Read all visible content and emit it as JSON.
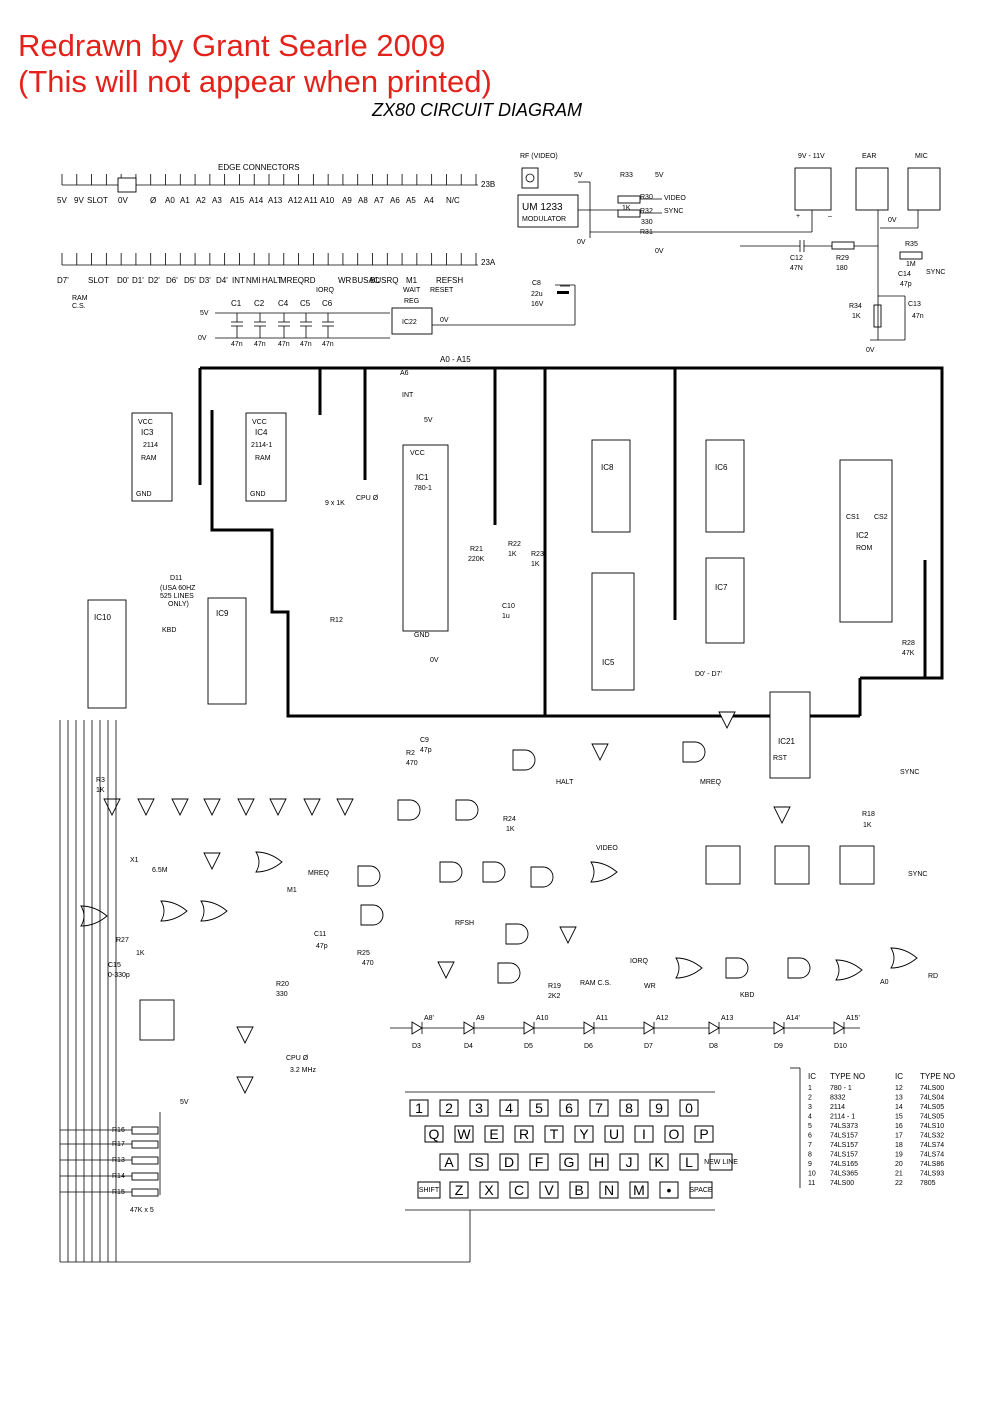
{
  "note_line1": "Redrawn by Grant Searle 2009",
  "note_line2": "(This will not appear when printed)",
  "title": "ZX80 CIRCUIT DIAGRAM",
  "colors": {
    "note": "#e3231b",
    "ink": "#000000"
  },
  "edge": {
    "title": "EDGE CONNECTORS",
    "top_id": "23B",
    "top_pins": [
      "5V",
      "9V",
      "SLOT",
      "0V",
      "Ø",
      "A0",
      "A1",
      "A2",
      "A3",
      "A15",
      "A14",
      "A13",
      "A12",
      "A11",
      "A10",
      "A9",
      "A8",
      "A7",
      "A6",
      "A5",
      "A4",
      "N/C"
    ],
    "bottom_id": "23A",
    "bottom_pins": [
      "D7'",
      "SLOT",
      "D0'",
      "D1'",
      "D2'",
      "D6'",
      "D5'",
      "D3'",
      "D4'",
      "INT",
      "NMI",
      "HALT",
      "MREQ",
      "RD",
      "WR",
      "BUSAC",
      "BUSRQ",
      "M1",
      "REFSH"
    ],
    "sub_labels": [
      "IORQ",
      "WAIT",
      "RESET"
    ],
    "ram_cs": [
      "RAM",
      "C.S."
    ]
  },
  "decoupling": {
    "caps": [
      "C1",
      "C2",
      "C4",
      "C5",
      "C6"
    ],
    "values": [
      "47n",
      "47n",
      "47n",
      "47n",
      "47n"
    ],
    "v5": "5V",
    "v0": "0V"
  },
  "reg": {
    "label": "REG",
    "ic": "IC22",
    "v0": "0V"
  },
  "c8": {
    "name": "C8",
    "v1": "22u",
    "v2": "16V"
  },
  "rf": {
    "label": "RF (VIDEO)",
    "mod": "UM 1233",
    "mod2": "MODULATOR",
    "v5": "5V",
    "v0": "0V"
  },
  "video_res": {
    "r33": "R33",
    "r30": "R30",
    "r30v": "1K",
    "r32": "R32",
    "r32v": "330",
    "r31": "R31",
    "video": "VIDEO",
    "sync": "SYNC",
    "v5": "5V",
    "v0": "0V"
  },
  "power": {
    "label": "9V - 11V",
    "plus": "+",
    "minus": "–"
  },
  "ear": "EAR",
  "mic": "MIC",
  "audio": {
    "c12": "C12",
    "c12v": "47N",
    "r29": "R29",
    "r29v": "180",
    "r35": "R35",
    "r35v": "1M",
    "c14": "C14",
    "c14v": "47p",
    "r34": "R34",
    "r34v": "1K",
    "c13": "C13",
    "c13v": "47n",
    "sync": "SYNC",
    "v0": "0V"
  },
  "bus_labels": {
    "addr": "A0 - A15",
    "a6": "A6",
    "int": "INT",
    "data": "D0' - D7'"
  },
  "ic1": {
    "name": "IC1",
    "type": "780-1",
    "vcc": "VCC",
    "gnd": "GND",
    "v5": "5V",
    "v0": "0V",
    "cpu": "CPU Ø"
  },
  "ic3": {
    "name": "IC3",
    "type": "2114",
    "ram": "RAM"
  },
  "ic4": {
    "name": "IC4",
    "type": "2114-1",
    "ram": "RAM"
  },
  "ic2": {
    "name": "IC2",
    "rom": "ROM",
    "cs1": "CS1",
    "cs2": "CS2"
  },
  "ics_mid": [
    "IC8",
    "IC6",
    "IC7",
    "IC5"
  ],
  "ic9": {
    "name": "IC9",
    "kbd": "KBD"
  },
  "ic10": {
    "name": "IC10"
  },
  "ic21": {
    "name": "IC21",
    "rst": "RST",
    "sync": "SYNC",
    "mreq": "MREQ"
  },
  "misc": {
    "r4": "9 x 1K",
    "d11": "D11",
    "usa1": "(USA 60HZ",
    "usa2": "525 LINES",
    "usa3": "ONLY)",
    "r22": "R22",
    "r22v": "1K",
    "r21": "R21",
    "r21v": "220K",
    "r23": "R23",
    "r23v": "1K",
    "c10": "C10",
    "c10v": "1u",
    "r12": "R12",
    "r28": "R28",
    "r28v": "47K",
    "x1": "X1",
    "x1v": "6.5M",
    "c15": "C15",
    "c15v": "0-330p",
    "r27": "R27",
    "r27v": "1K",
    "c9": "C9",
    "c9v": "47p",
    "r2": "R2",
    "r2v": "470",
    "r3": "R3",
    "r3v": "1K",
    "r24": "R24",
    "r24v": "1K",
    "c11": "C11",
    "c11v": "47p",
    "r25": "R25",
    "r25v": "470",
    "r20": "R20",
    "r20v": "330",
    "r18": "R18",
    "r18v": "1K",
    "r19": "R19",
    "r19v": "2K2",
    "ram_cs": "RAM C.S.",
    "cpu_clk": "CPU Ø",
    "cpu_clk2": "3.2 MHz",
    "rfsh": "RFSH",
    "iorq": "IORQ",
    "wr": "WR",
    "kbd": "KBD",
    "rd": "RD",
    "halt": "HALT",
    "m1": "M1",
    "mreq": "MREQ",
    "sync": "SYNC",
    "video": "VIDEO",
    "a0": "A0",
    "r47k": "47K x 5"
  },
  "diodes": [
    {
      "name": "D3",
      "addr": "A8'"
    },
    {
      "name": "D4",
      "addr": "A9"
    },
    {
      "name": "D5",
      "addr": "A10"
    },
    {
      "name": "D6",
      "addr": "A11"
    },
    {
      "name": "D7",
      "addr": "A12"
    },
    {
      "name": "D8",
      "addr": "A13"
    },
    {
      "name": "D9",
      "addr": "A14'"
    },
    {
      "name": "D10",
      "addr": "A15'"
    }
  ],
  "kb_res": [
    "R16",
    "R17",
    "R13",
    "R14",
    "R15"
  ],
  "keyboard": {
    "row1": [
      "1",
      "2",
      "3",
      "4",
      "5",
      "6",
      "7",
      "8",
      "9",
      "0"
    ],
    "row2": [
      "Q",
      "W",
      "E",
      "R",
      "T",
      "Y",
      "U",
      "I",
      "O",
      "P"
    ],
    "row3": [
      "A",
      "S",
      "D",
      "F",
      "G",
      "H",
      "J",
      "K",
      "L",
      "NEW LINE"
    ],
    "row4": [
      "SHIFT",
      "Z",
      "X",
      "C",
      "V",
      "B",
      "N",
      "M",
      "•",
      "SPACE"
    ]
  },
  "ic_table": {
    "headers": [
      "IC",
      "TYPE NO",
      "IC",
      "TYPE NO"
    ],
    "rows": [
      [
        "1",
        "780 - 1",
        "12",
        "74LS00"
      ],
      [
        "2",
        "8332",
        "13",
        "74LS04"
      ],
      [
        "3",
        "2114",
        "14",
        "74LS05"
      ],
      [
        "4",
        "2114 - 1",
        "15",
        "74LS05"
      ],
      [
        "5",
        "74LS373",
        "16",
        "74LS10"
      ],
      [
        "6",
        "74LS157",
        "17",
        "74LS32"
      ],
      [
        "7",
        "74LS157",
        "18",
        "74LS74"
      ],
      [
        "8",
        "74LS157",
        "19",
        "74LS74"
      ],
      [
        "9",
        "74LS165",
        "20",
        "74LS86"
      ],
      [
        "10",
        "74LS365",
        "21",
        "74LS93"
      ],
      [
        "11",
        "74LS00",
        "22",
        "7805"
      ]
    ]
  }
}
